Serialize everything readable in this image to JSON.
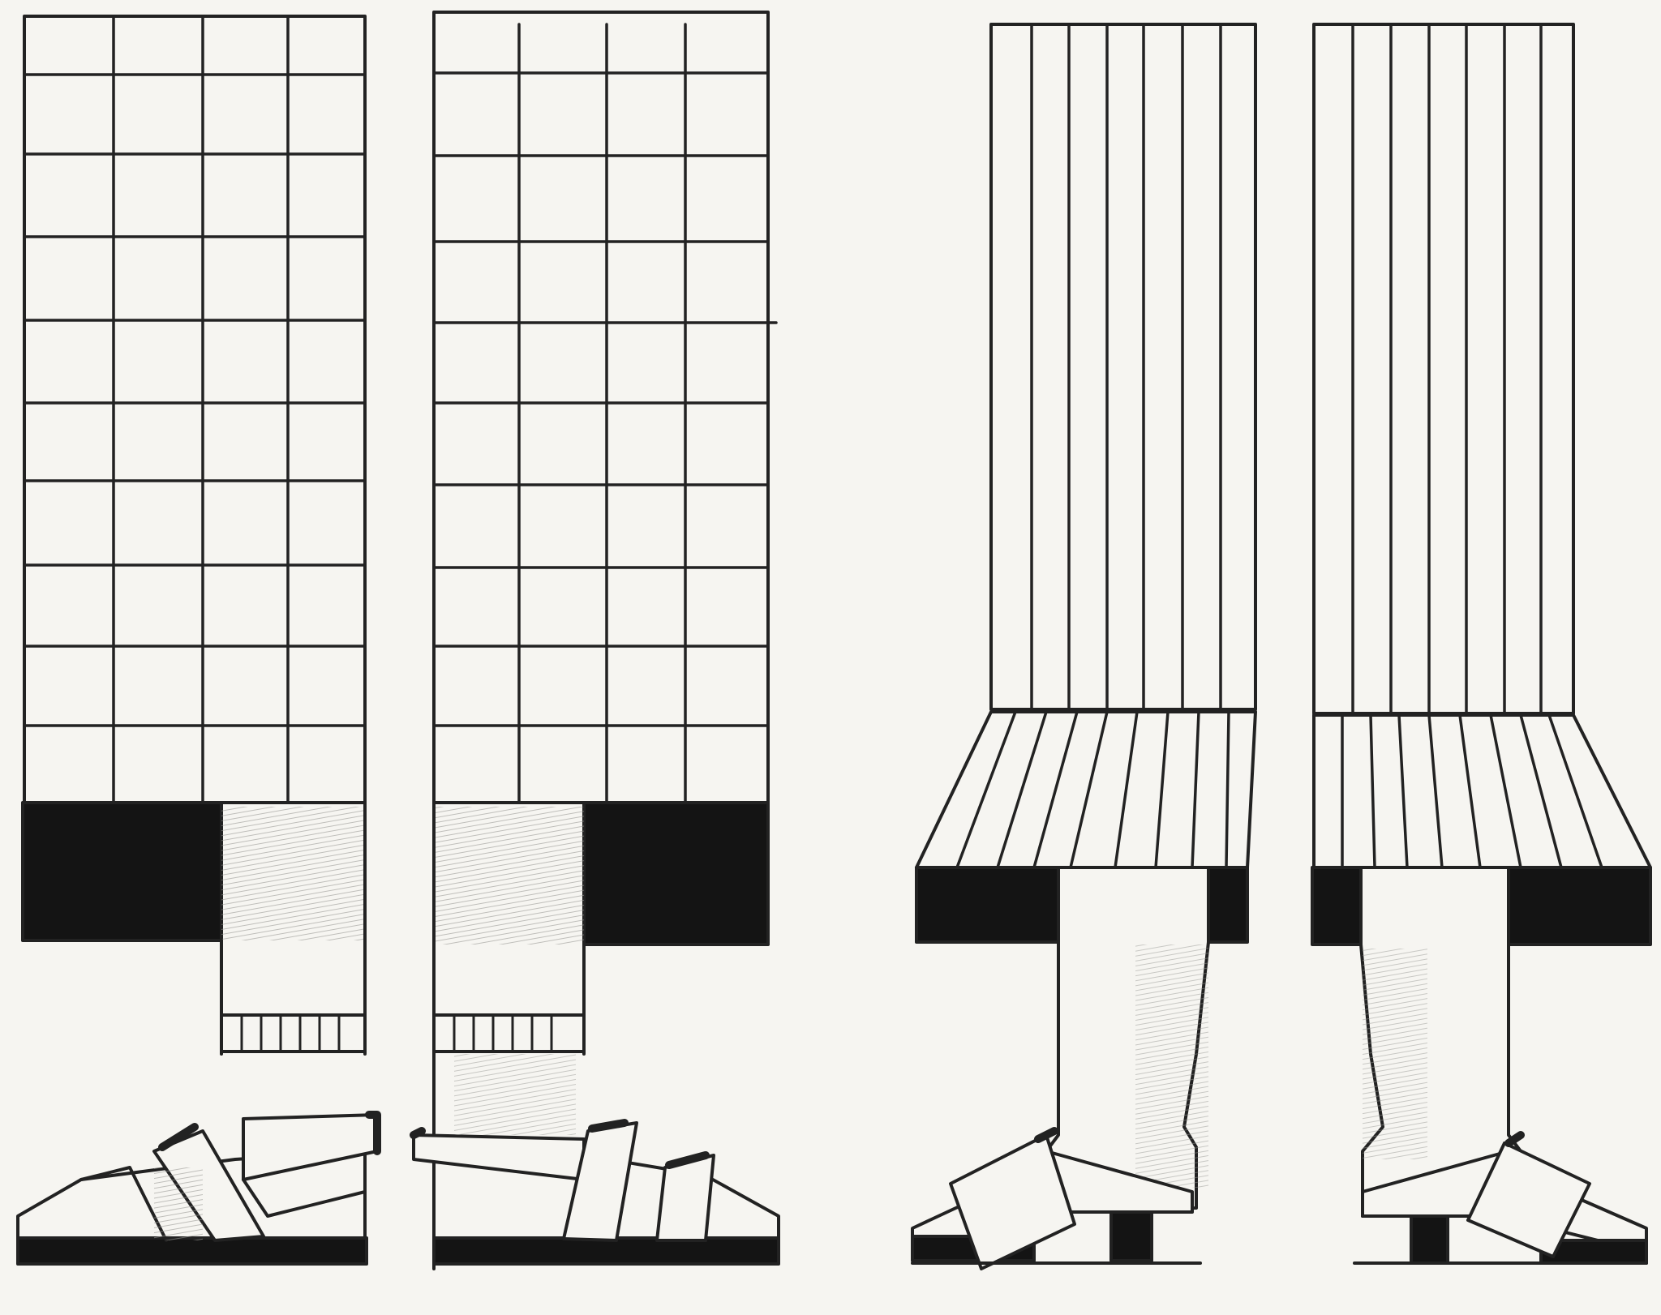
{
  "drawing": {
    "figures": [
      {
        "name": "leg-left-1",
        "trouser_pattern": "grid",
        "shoe": "strapped-sandal-right-facing"
      },
      {
        "name": "leg-left-2",
        "trouser_pattern": "grid",
        "shoe": "strapped-sandal-left-facing"
      },
      {
        "name": "leg-right-1",
        "trouser_pattern": "vertical-stripes",
        "shoe": "heeled-shoe-left-facing"
      },
      {
        "name": "leg-right-2",
        "trouser_pattern": "vertical-stripes",
        "shoe": "heeled-shoe-right-facing"
      }
    ],
    "colors": {
      "paper": "#f6f5f1",
      "line": "#222222",
      "fill_dark": "#141414",
      "shade": "#b9b9b5"
    }
  }
}
